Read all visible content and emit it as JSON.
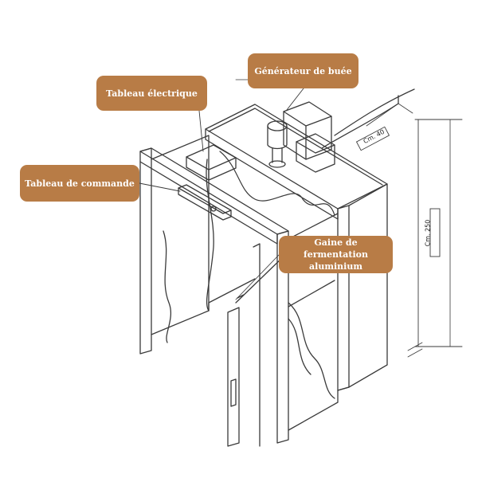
{
  "labels": {
    "generateur": "Générateur de buée",
    "tableau_electrique": "Tableau électrique",
    "tableau_commande": "Tableau de commande",
    "gaine": "Gaine de fermentation\naluminium"
  },
  "dimensions": {
    "depth": "Cm. 40",
    "height": "Cm. 250"
  },
  "colors": {
    "callout": "#b87c46",
    "line": "#3a3a3a"
  }
}
